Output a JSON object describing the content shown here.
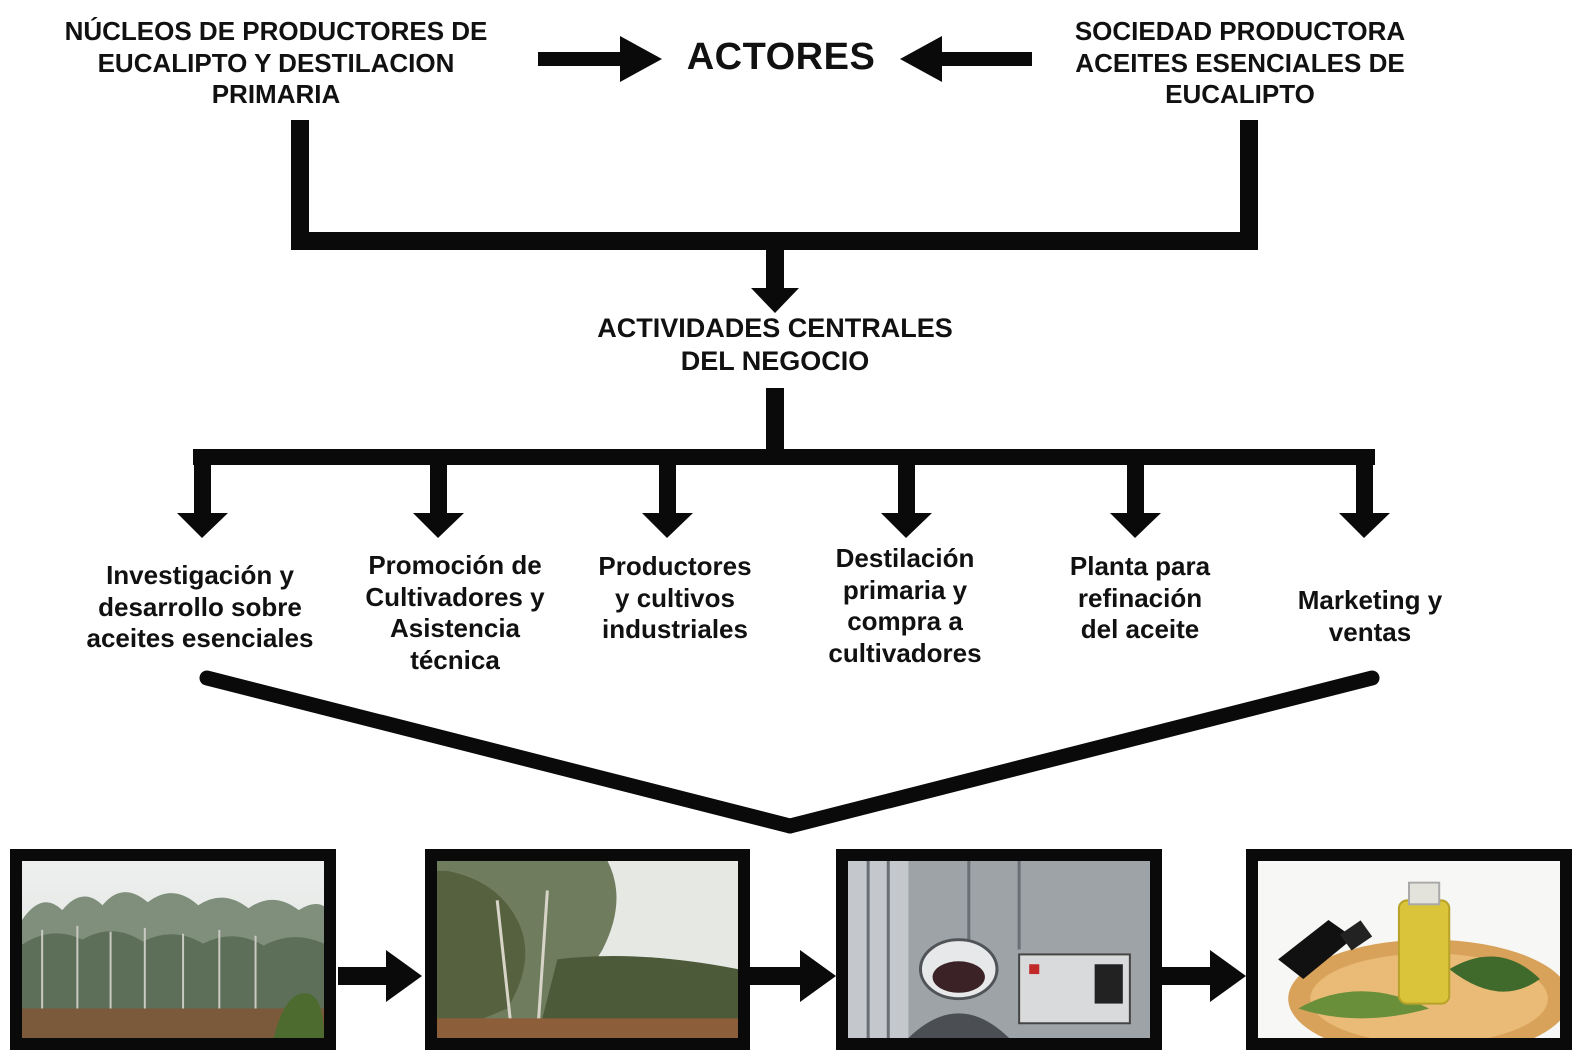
{
  "title": "ACTORES",
  "actors": [
    {
      "label": "NÚCLEOS DE PRODUCTORES DE\nEUCALIPTO Y DESTILACION\nPRIMARIA"
    },
    {
      "label": "SOCIEDAD PRODUCTORA\nACEITES ESENCIALES DE\nEUCALIPTO"
    }
  ],
  "core": {
    "label": "ACTIVIDADES CENTRALES\nDEL NEGOCIO"
  },
  "activities": [
    {
      "label": "Investigación y\ndesarrollo sobre\naceites esenciales"
    },
    {
      "label": "Promoción de\nCultivadores y\nAsistencia\ntécnica"
    },
    {
      "label": "Productores\ny cultivos\nindustriales"
    },
    {
      "label": "Destilación\nprimaria y\ncompra a\ncultivadores"
    },
    {
      "label": "Planta para\nrefinación\ndel aceite"
    },
    {
      "label": "Marketing y\nventas"
    }
  ],
  "photos": [
    {
      "icon": "eucalyptus-forest-photo"
    },
    {
      "icon": "eucalyptus-trees-photo"
    },
    {
      "icon": "distillation-lab-photo"
    },
    {
      "icon": "essential-oil-bottle-photo"
    }
  ],
  "colors": {
    "ink": "#0a0a0a",
    "background": "#ffffff"
  }
}
